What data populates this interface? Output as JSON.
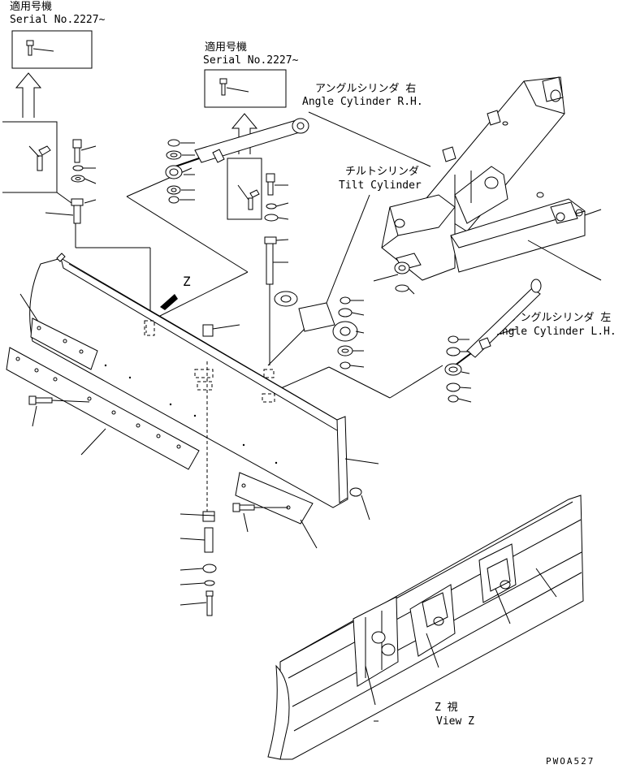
{
  "serial_box_1": {
    "title": "適用号機",
    "serial": "Serial No.2227~"
  },
  "serial_box_2": {
    "title": "適用号機",
    "serial": "Serial No.2227~"
  },
  "angle_cyl_rh": {
    "jp": "アングルシリンダ 右",
    "en": "Angle Cylinder R.H."
  },
  "tilt_cyl": {
    "jp": "チルトシリンダ",
    "en": "Tilt Cylinder"
  },
  "angle_cyl_lh": {
    "jp": "アングルシリンダ 左",
    "en": "Angle Cylinder L.H."
  },
  "view_z": {
    "jp": "Z 視",
    "en": "View Z"
  },
  "z_marker": "Z",
  "drawing_code": "PWOA527"
}
